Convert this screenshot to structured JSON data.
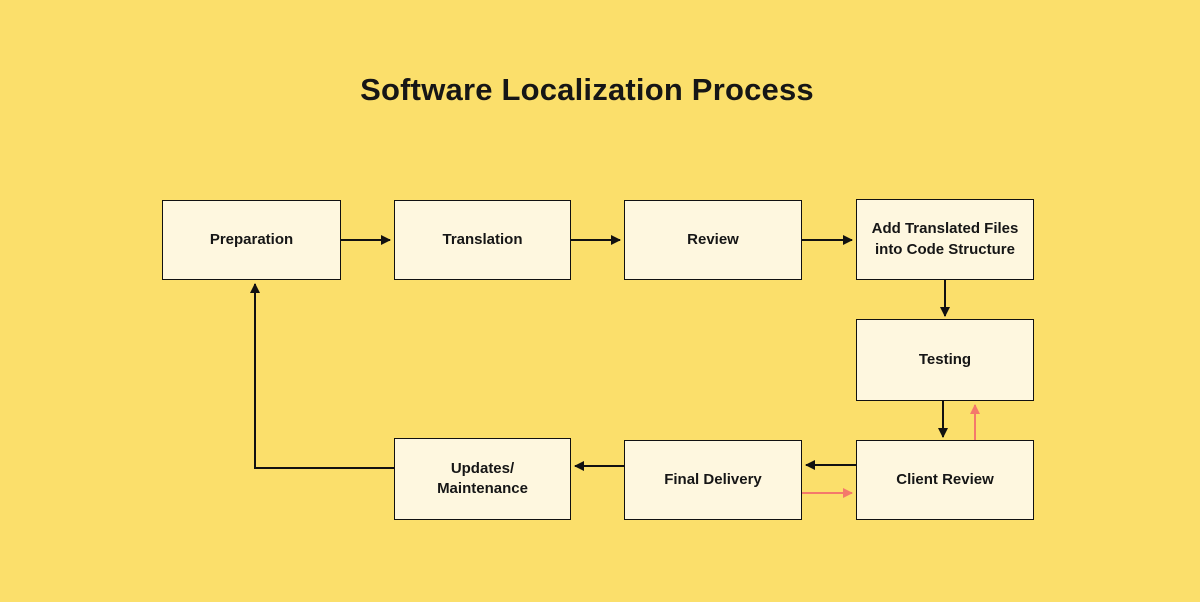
{
  "title": "Software Localization Process",
  "colors": {
    "background": "#FBDF6B",
    "node_fill": "#FEF7DF",
    "node_border": "#111111",
    "arrow": "#111111",
    "feedback_arrow": "#F4796B"
  },
  "nodes": [
    {
      "id": "preparation",
      "label": "Preparation"
    },
    {
      "id": "translation",
      "label": "Translation"
    },
    {
      "id": "review",
      "label": "Review"
    },
    {
      "id": "add-translated-files",
      "label": "Add Translated Files\ninto Code Structure"
    },
    {
      "id": "testing",
      "label": "Testing"
    },
    {
      "id": "client-review",
      "label": "Client Review"
    },
    {
      "id": "final-delivery",
      "label": "Final Delivery"
    },
    {
      "id": "updates-maintenance",
      "label": "Updates/\nMaintenance"
    }
  ],
  "edges": [
    {
      "from": "preparation",
      "to": "translation",
      "color": "black"
    },
    {
      "from": "translation",
      "to": "review",
      "color": "black"
    },
    {
      "from": "review",
      "to": "add-translated-files",
      "color": "black"
    },
    {
      "from": "add-translated-files",
      "to": "testing",
      "color": "black"
    },
    {
      "from": "testing",
      "to": "client-review",
      "color": "black"
    },
    {
      "from": "client-review",
      "to": "testing",
      "color": "red"
    },
    {
      "from": "client-review",
      "to": "final-delivery",
      "color": "black"
    },
    {
      "from": "final-delivery",
      "to": "client-review",
      "color": "red"
    },
    {
      "from": "final-delivery",
      "to": "updates-maintenance",
      "color": "black"
    },
    {
      "from": "updates-maintenance",
      "to": "preparation",
      "color": "black"
    }
  ]
}
